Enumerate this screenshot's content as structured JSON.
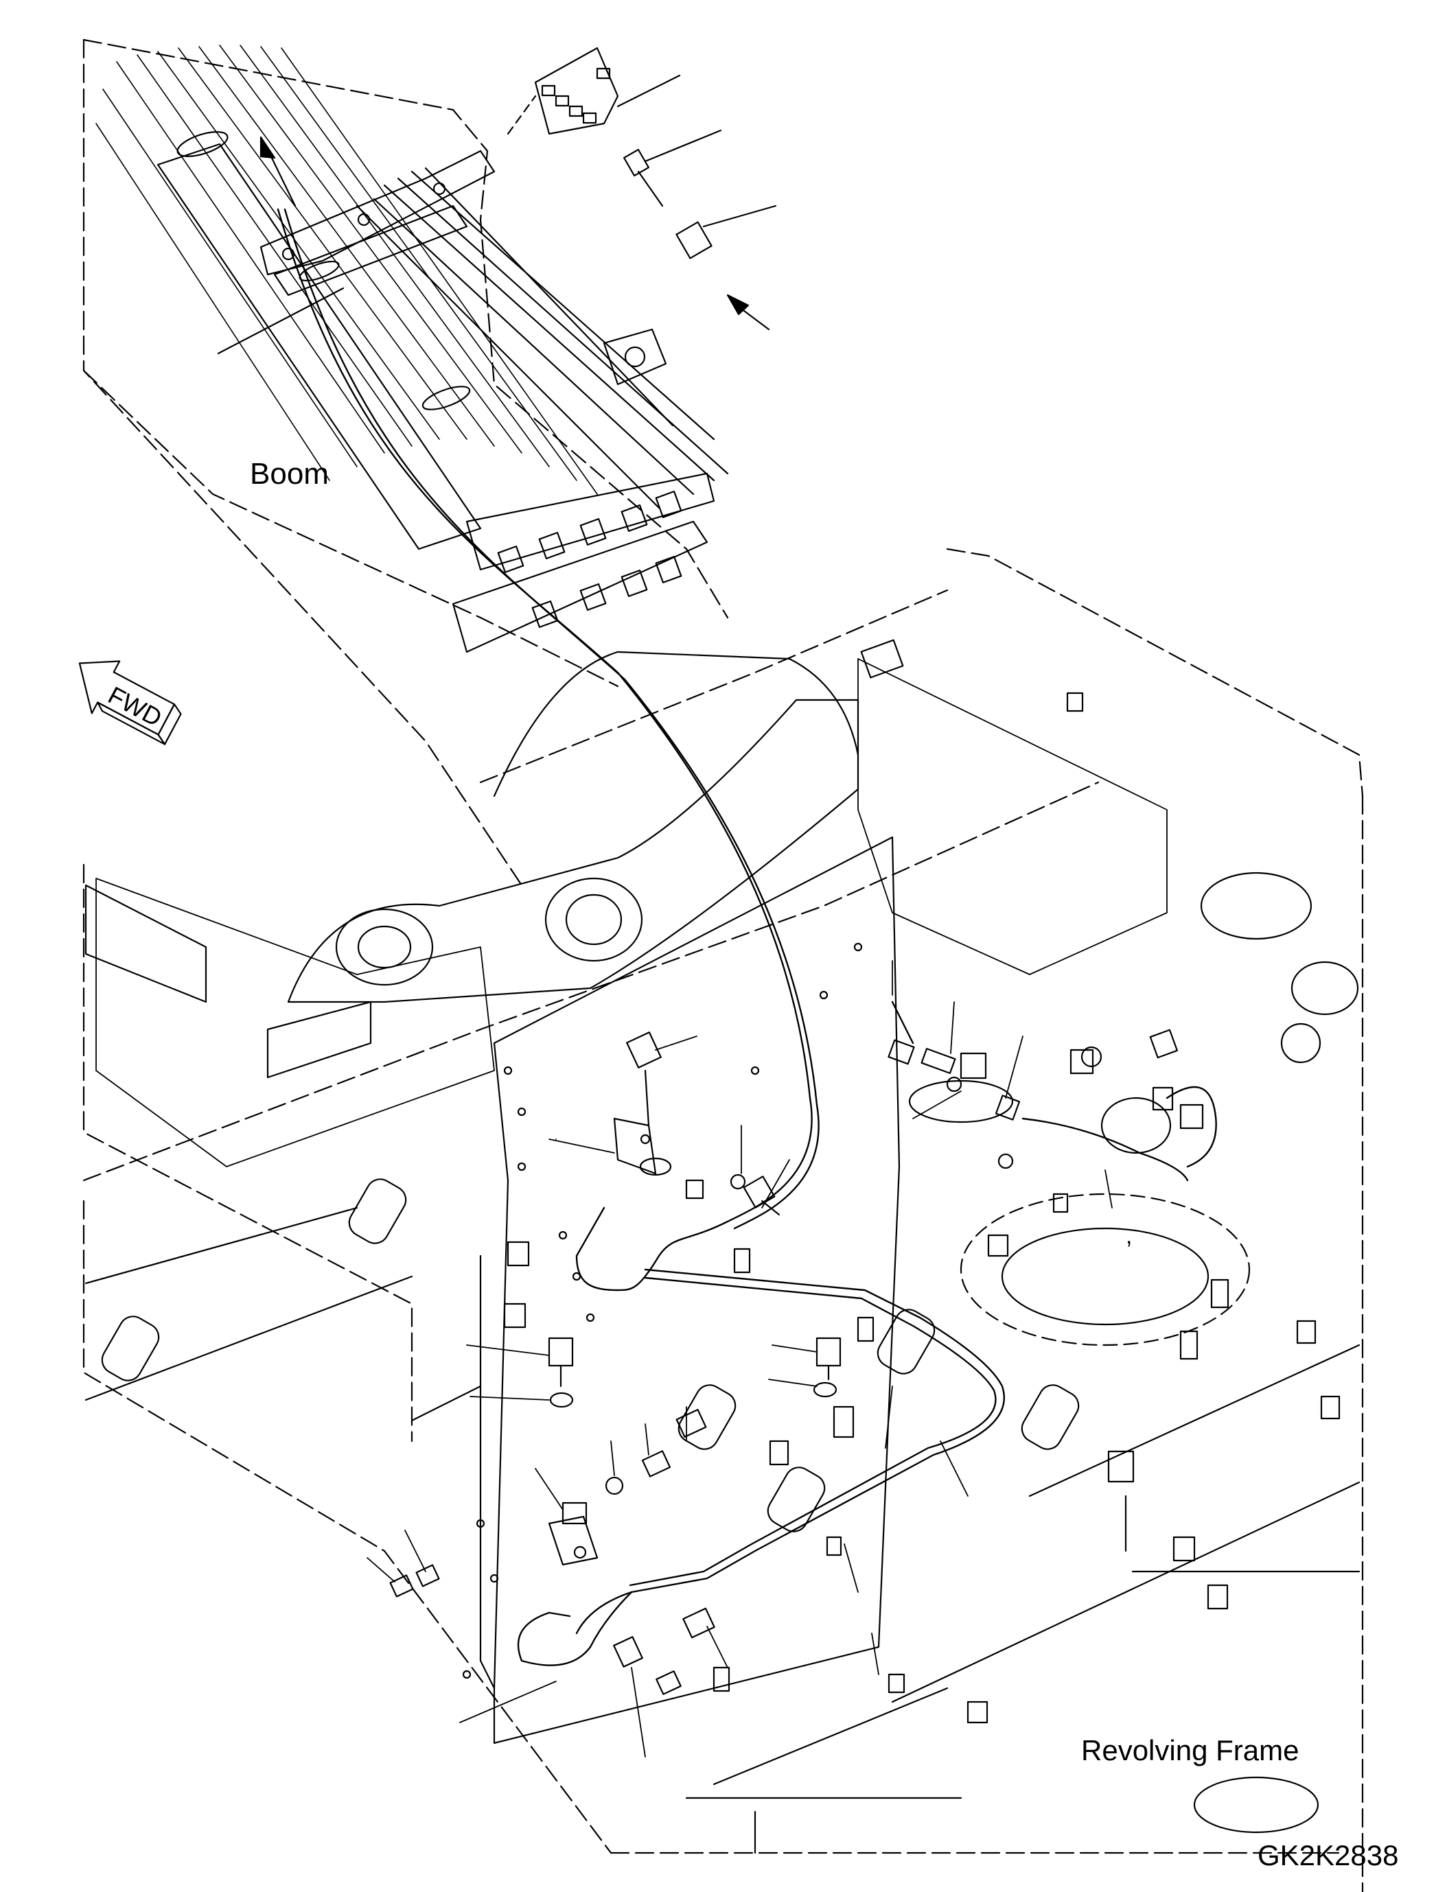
{
  "labels": {
    "boom": "Boom",
    "revolving_frame": "Revolving Frame",
    "drawing_code": "GK2K2838",
    "fwd": "FWD",
    "comma_mark": ","
  },
  "colors": {
    "ink": "#000000",
    "paper": "#ffffff"
  },
  "icons": {
    "fwd_arrow": "fwd-arrow-icon"
  }
}
